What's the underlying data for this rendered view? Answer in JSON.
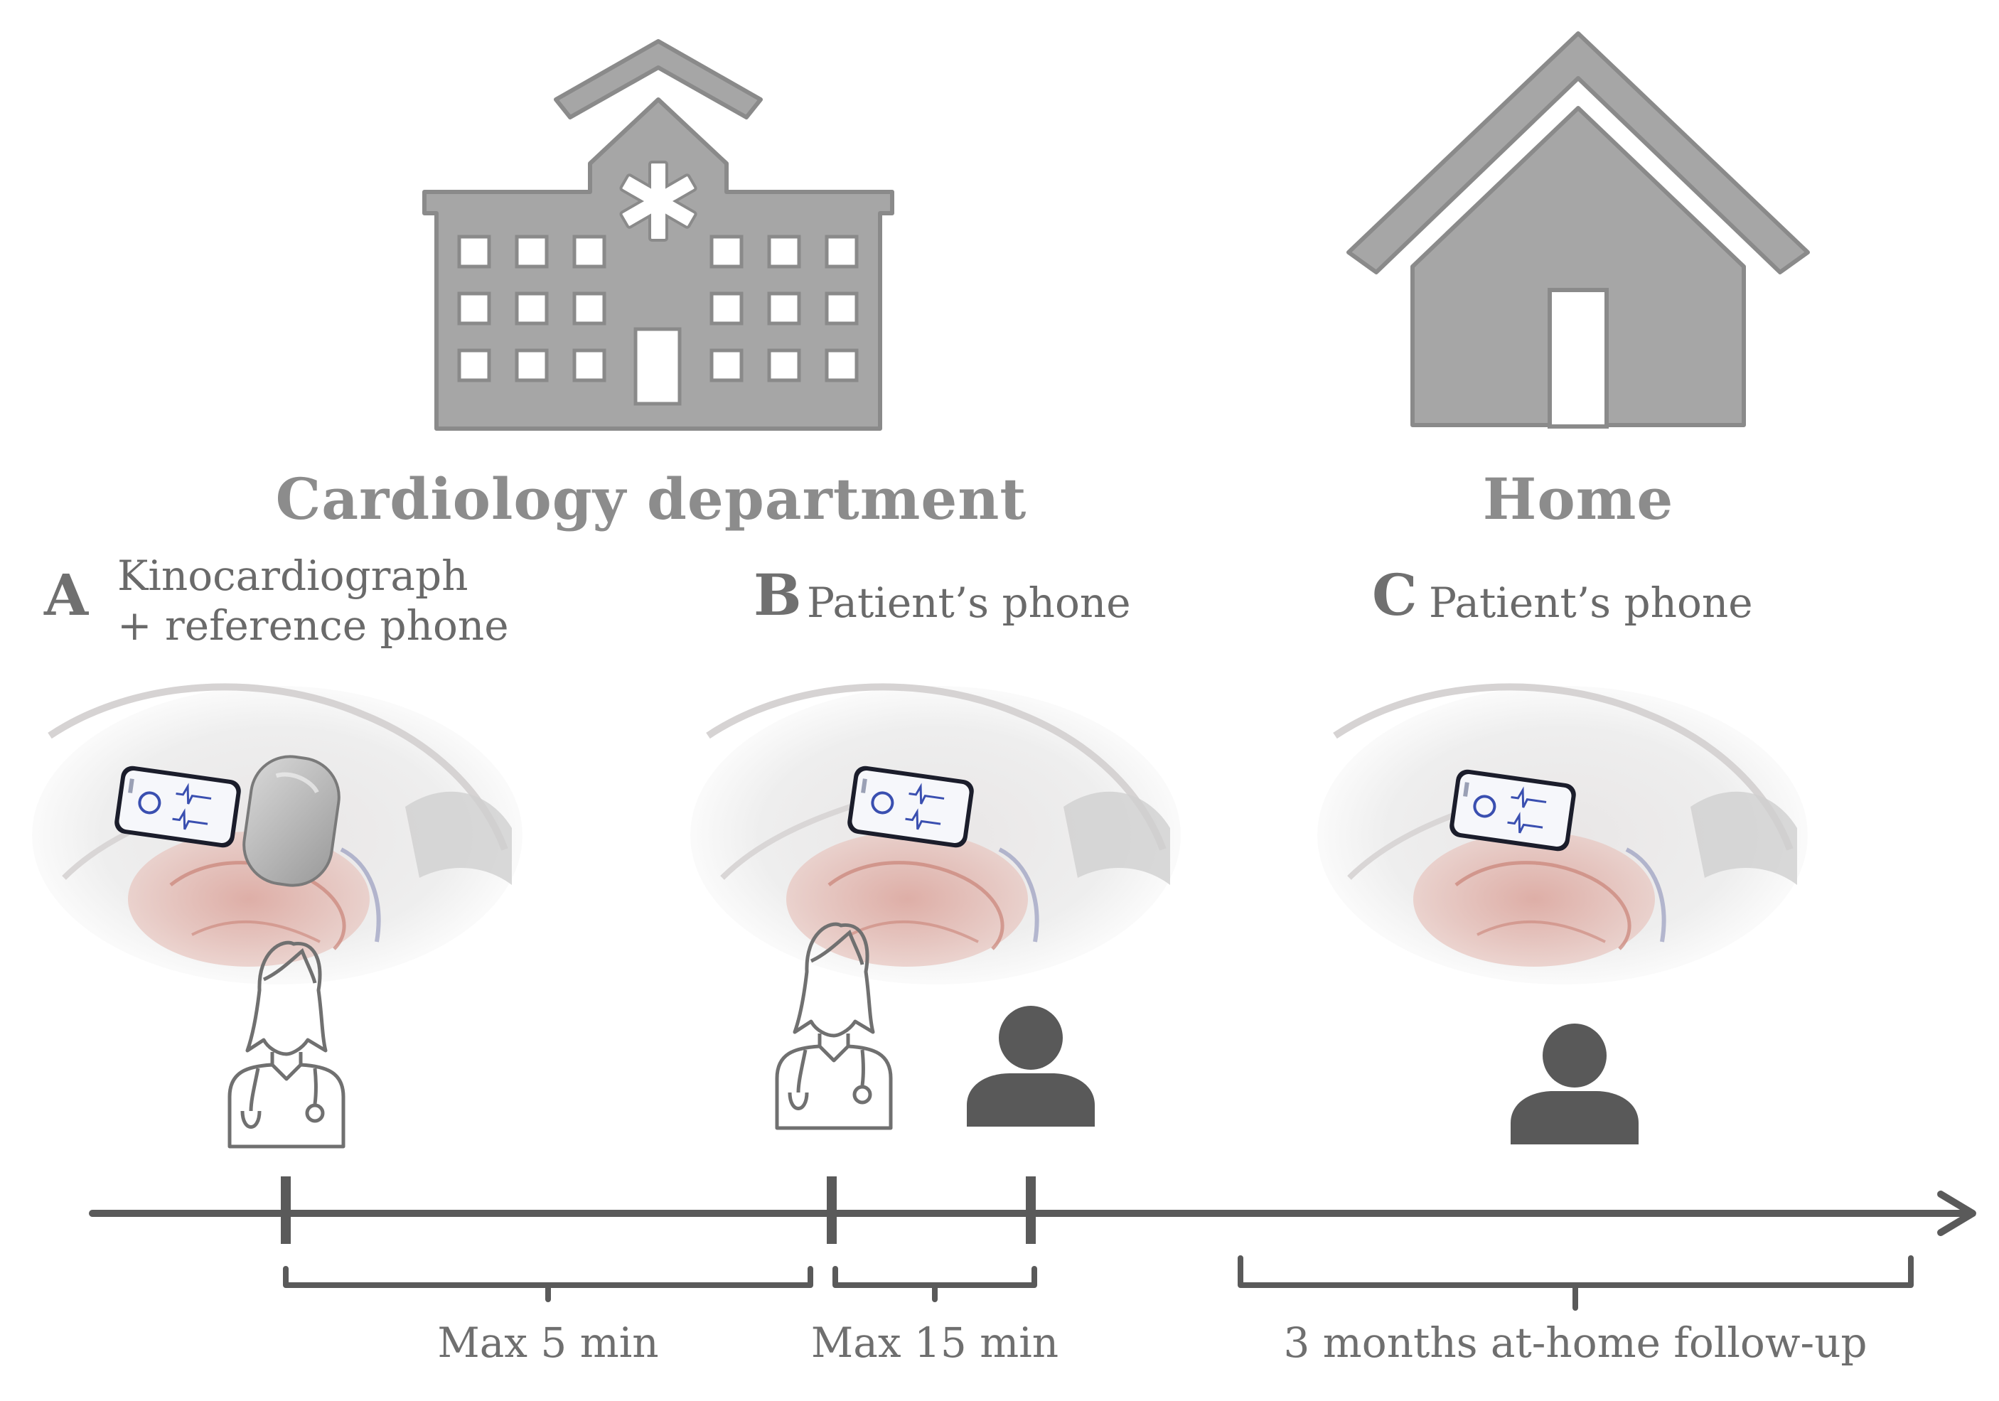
{
  "locations": {
    "hospital": {
      "label": "Cardiology department",
      "icon": "hospital-icon"
    },
    "home": {
      "label": "Home",
      "icon": "house-icon"
    }
  },
  "steps": [
    {
      "letter": "A",
      "line1": "Kinocardiograph",
      "line2": "+ reference phone",
      "image": "phone-and-kinocardiograph-on-chest"
    },
    {
      "letter": "B",
      "line1": "Patient’s phone",
      "image": "phone-on-chest"
    },
    {
      "letter": "C",
      "line1": "Patient’s phone",
      "image": "phone-on-chest"
    }
  ],
  "actors": [
    "doctor-icon",
    "doctor-icon",
    "patient-icon",
    "patient-icon"
  ],
  "timeline": {
    "durations": [
      "Max 5 min",
      "Max 15 min",
      "3 months at-home follow-up"
    ]
  },
  "colors": {
    "building_fill": "#a6a6a6",
    "building_stroke": "#8a8a8a",
    "timeline": "#5a5a5a",
    "patient": "#595959",
    "doctor_outline": "#707070"
  }
}
